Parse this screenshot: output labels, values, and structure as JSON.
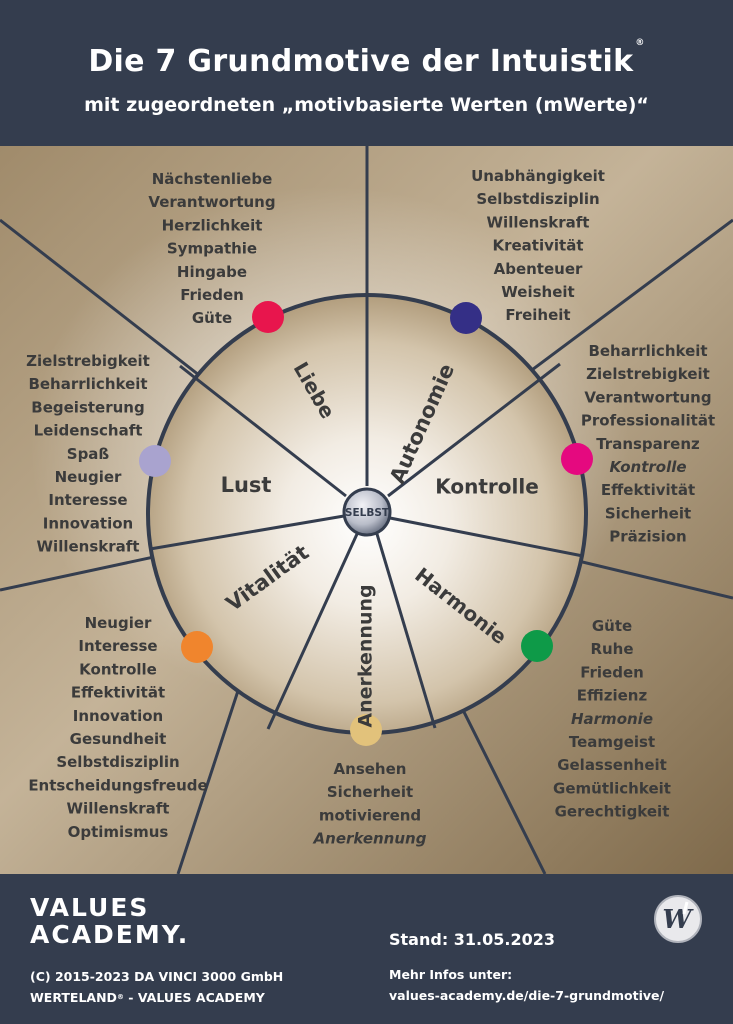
{
  "header": {
    "title": "Die 7 Grundmotive der Intuistik",
    "title_mark": "®",
    "subtitle": "mit zugeordneten „motivbasierte Werten (mWerte)“"
  },
  "center": "SELBST",
  "motives": [
    {
      "name": "Liebe",
      "color": "#e8154d",
      "values": [
        "Nächstenliebe",
        "Verantwortung",
        "Herzlichkeit",
        "Sympathie",
        "Hingabe",
        "Frieden",
        "Güte"
      ],
      "italic": []
    },
    {
      "name": "Autonomie",
      "color": "#342f86",
      "values": [
        "Unabhängigkeit",
        "Selbstdisziplin",
        "Willenskraft",
        "Kreativität",
        "Abenteuer",
        "Weisheit",
        "Freiheit"
      ],
      "italic": []
    },
    {
      "name": "Kontrolle",
      "color": "#e5097f",
      "values": [
        "Beharrlichkeit",
        "Zielstrebigkeit",
        "Verantwortung",
        "Professionalität",
        "Transparenz",
        "Kontrolle",
        "Effektivität",
        "Sicherheit",
        "Präzision"
      ],
      "italic": [
        "Kontrolle"
      ]
    },
    {
      "name": "Harmonie",
      "color": "#0e9a48",
      "values": [
        "Güte",
        "Ruhe",
        "Frieden",
        "Effizienz",
        "Harmonie",
        "Teamgeist",
        "Gelassenheit",
        "Gemütlichkeit",
        "Gerechtigkeit"
      ],
      "italic": [
        "Harmonie"
      ]
    },
    {
      "name": "Anerkennung",
      "color": "#e2c27b",
      "values": [
        "Ansehen",
        "Sicherheit",
        "motivierend",
        "Anerkennung"
      ],
      "italic": [
        "Anerkennung"
      ]
    },
    {
      "name": "Vitalität",
      "color": "#f0852d",
      "values": [
        "Neugier",
        "Interesse",
        "Kontrolle",
        "Effektivität",
        "Innovation",
        "Gesundheit",
        "Selbstdisziplin",
        "Entscheidungsfreude",
        "Willenskraft",
        "Optimismus"
      ],
      "italic": []
    },
    {
      "name": "Lust",
      "color": "#a9a3cf",
      "values": [
        "Zielstrebigkeit",
        "Beharrlichkeit",
        "Begeisterung",
        "Leidenschaft",
        "Spaß",
        "Neugier",
        "Interesse",
        "Innovation",
        "Willenskraft"
      ],
      "italic": []
    }
  ],
  "footer": {
    "brand_line1": "VALUES",
    "brand_line2": "ACADEMY.",
    "copyright": "(C) 2015-2023 DA VINCI 3000 GmbH",
    "werteland": "WERTELAND",
    "werteland_mark": "®",
    "werteland_rest": " - VALUES ACADEMY",
    "stand": "Stand: 31.05.2023",
    "more_label": "Mehr Infos unter:",
    "more_url": "values-academy.de/die-7-grundmotive/",
    "logo_letter": "W"
  },
  "colors": {
    "navy": "#343d4e",
    "bronze_dark": "#8a7656",
    "bronze_light": "#c7b69a",
    "text": "#3b3b3b"
  }
}
